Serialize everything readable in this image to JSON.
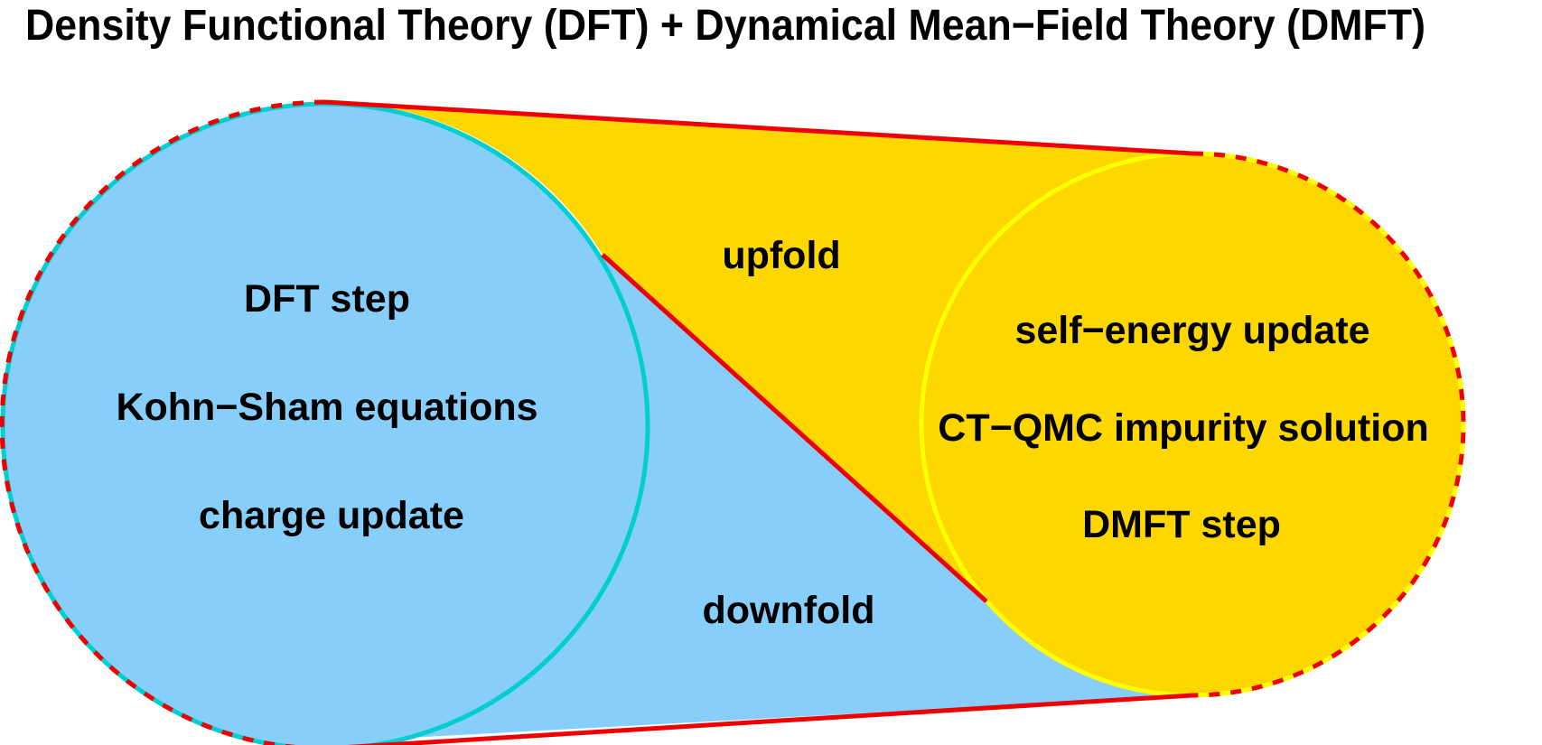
{
  "title": "Density Functional Theory (DFT) + Dynamical Mean−Field Theory (DMFT)",
  "dft_cycle": {
    "lines": [
      "DFT step",
      "Kohn−Sham equations",
      "charge update"
    ],
    "fill_color": "#87CEFA",
    "ring_color": "#00CED1"
  },
  "dmft_cycle": {
    "lines": [
      "self−energy update",
      "CT−QMC impurity solution",
      "DMFT step"
    ],
    "fill_color": "#FFD700",
    "ring_color": "#FFFF00"
  },
  "connectors": {
    "upper_label": "upfold",
    "lower_label": "downfold",
    "outline_color": "#EE0000"
  }
}
